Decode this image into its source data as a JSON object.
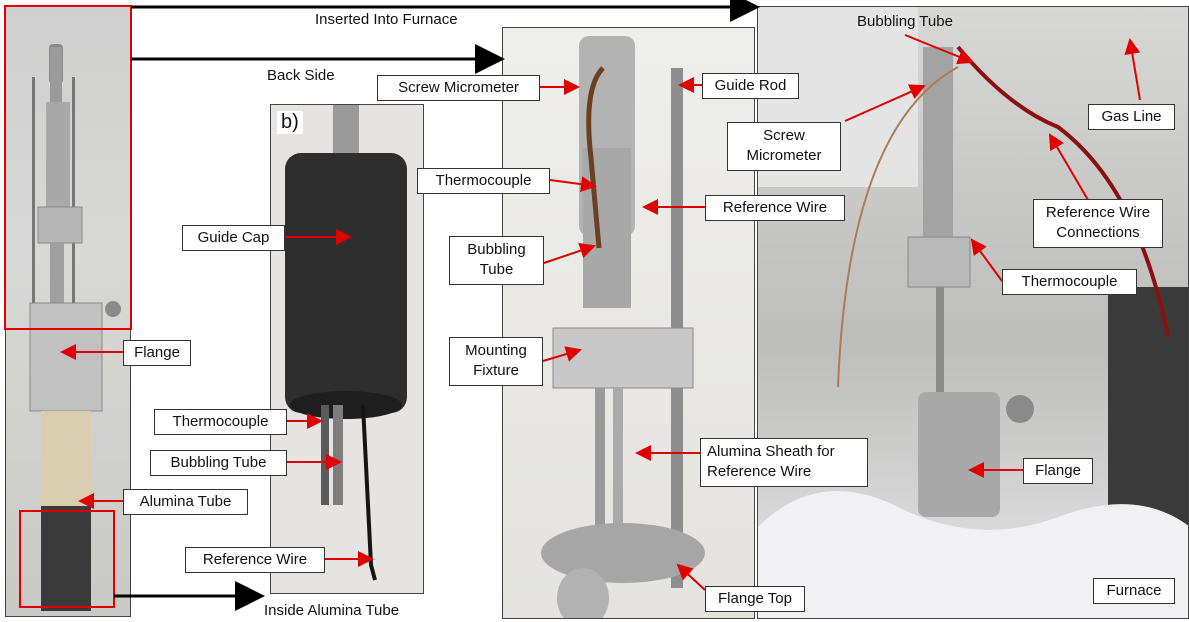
{
  "panel_a": {
    "labels": {
      "flange": "Flange",
      "alumina_tube": "Alumina Tube"
    }
  },
  "panel_b": {
    "tag": "b)",
    "labels": {
      "guide_cap": "Guide Cap",
      "thermocouple": "Thermocouple",
      "bubbling_tube": "Bubbling Tube",
      "reference_wire": "Reference Wire"
    }
  },
  "panel_c": {
    "labels": {
      "screw_micrometer": "Screw Micrometer",
      "guide_rod": "Guide Rod",
      "thermocouple": "Thermocouple",
      "reference_wire": "Reference Wire",
      "bubbling_tube_1": "Bubbling",
      "bubbling_tube_2": "Tube",
      "mounting_fixture_1": "Mounting",
      "mounting_fixture_2": "Fixture",
      "alumina_sheath_1": "Alumina Sheath for",
      "alumina_sheath_2": "Reference Wire",
      "flange_top": "Flange Top"
    }
  },
  "panel_d": {
    "labels": {
      "bubbling_tube": "Bubbling Tube",
      "screw_micrometer_1": "Screw",
      "screw_micrometer_2": "Micrometer",
      "gas_line": "Gas Line",
      "ref_wire_conn_1": "Reference Wire",
      "ref_wire_conn_2": "Connections",
      "thermocouple": "Thermocouple",
      "flange": "Flange",
      "furnace": "Furnace"
    }
  },
  "connectors": {
    "inserted_into_furnace": "Inserted Into Furnace",
    "back_side": "Back Side",
    "inside_alumina_tube": "Inside Alumina Tube"
  },
  "colors": {
    "label_arrow": "#e00000",
    "connector_arrow": "#000000",
    "highlight_box": "#e00000"
  }
}
